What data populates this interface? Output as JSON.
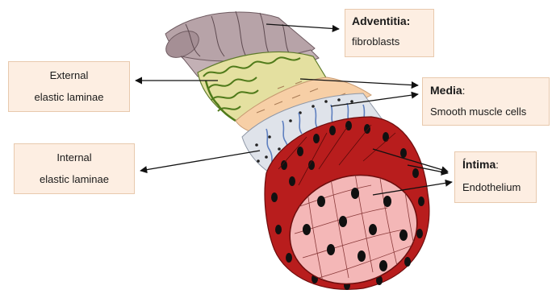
{
  "labels": {
    "adventitia": {
      "title": "Adventitia:",
      "sub": "fibroblasts"
    },
    "external": {
      "line1": "External",
      "line2": "elastic laminae"
    },
    "media": {
      "title": "Media",
      "colon": ":",
      "sub": "Smooth muscle cells"
    },
    "internal": {
      "line1": "Internal",
      "line2": "elastic laminae"
    },
    "intima": {
      "title": "Íntima",
      "colon": ":",
      "sub": "Endothelium"
    }
  },
  "colors": {
    "label_bg": "#fdeee2",
    "adventitia": "#b7a3a8",
    "external_lamina": "#e4e0a0",
    "media": "#f7cfa6",
    "internal_lamina": "#dfe3ea",
    "intima_wall": "#b81d1d",
    "lumen": "#f4b7b7"
  }
}
